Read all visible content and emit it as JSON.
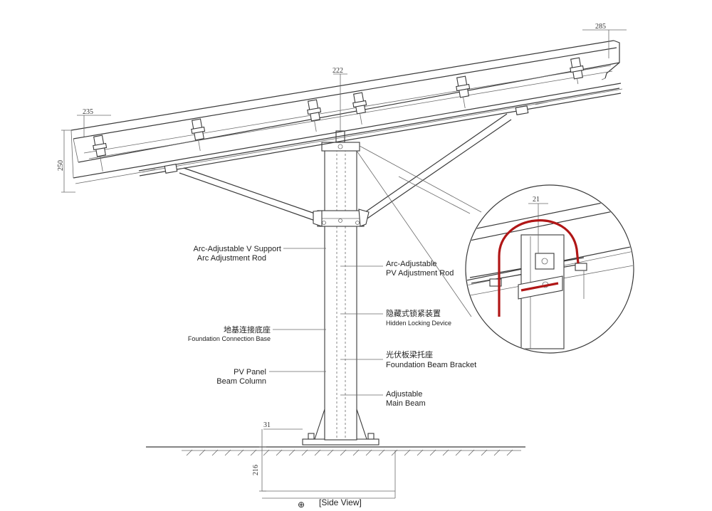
{
  "dimensions": {
    "top_right": "285",
    "left_top": "235",
    "top_center": "222",
    "left_height": "250",
    "detail": "21",
    "base_offset": "31",
    "foundation_depth": "216"
  },
  "labels": {
    "arc_support": "Arc-Adjustable V Support",
    "arc_rod_left": "Arc Adjustment Rod",
    "arc_adjustable": "Arc-Adjustable",
    "pv_adjustment_rod": "PV Adjustment Rod",
    "hidden_lock_cn": "隐藏式锁紧装置",
    "hidden_lock_en": "Hidden Locking Device",
    "foundation_cn": "地基连接底座",
    "foundation_en": "Foundation Connection Base",
    "bracket_cn": "光伏板梁托座",
    "bracket_en": "Foundation Beam Bracket",
    "pv_panel": "PV Panel",
    "beam_column": "Beam Column",
    "adjustable": "Adjustable",
    "main_beam": "Main Beam"
  },
  "caption": {
    "symbol": "⊕",
    "text": "[Side View]"
  },
  "colors": {
    "line": "#3a3a3a",
    "accent": "#b01616"
  }
}
